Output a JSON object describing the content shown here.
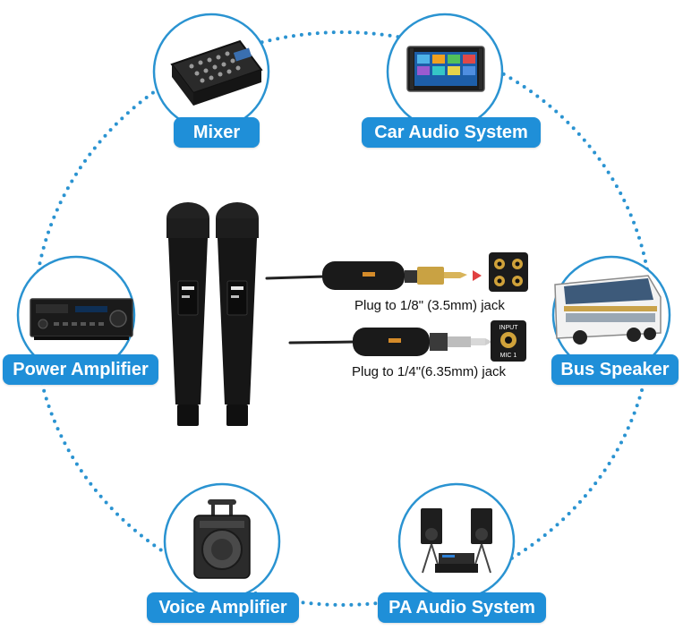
{
  "labels": {
    "mixer": "Mixer",
    "car_audio": "Car Audio System",
    "power_amplifier": "Power Amplifier",
    "bus_speaker": "Bus Speaker",
    "voice_amplifier": "Voice Amplifier",
    "pa_audio": "PA Audio System"
  },
  "captions": {
    "plug_small": "Plug to 1/8\" (3.5mm) jack",
    "plug_large": "Plug to 1/4\"(6.35mm) jack"
  },
  "jack_labels": {
    "input": "INPUT",
    "mic1": "MIC 1"
  },
  "colors": {
    "accent": "#1f8fd8",
    "dots": "#2a93d1"
  }
}
